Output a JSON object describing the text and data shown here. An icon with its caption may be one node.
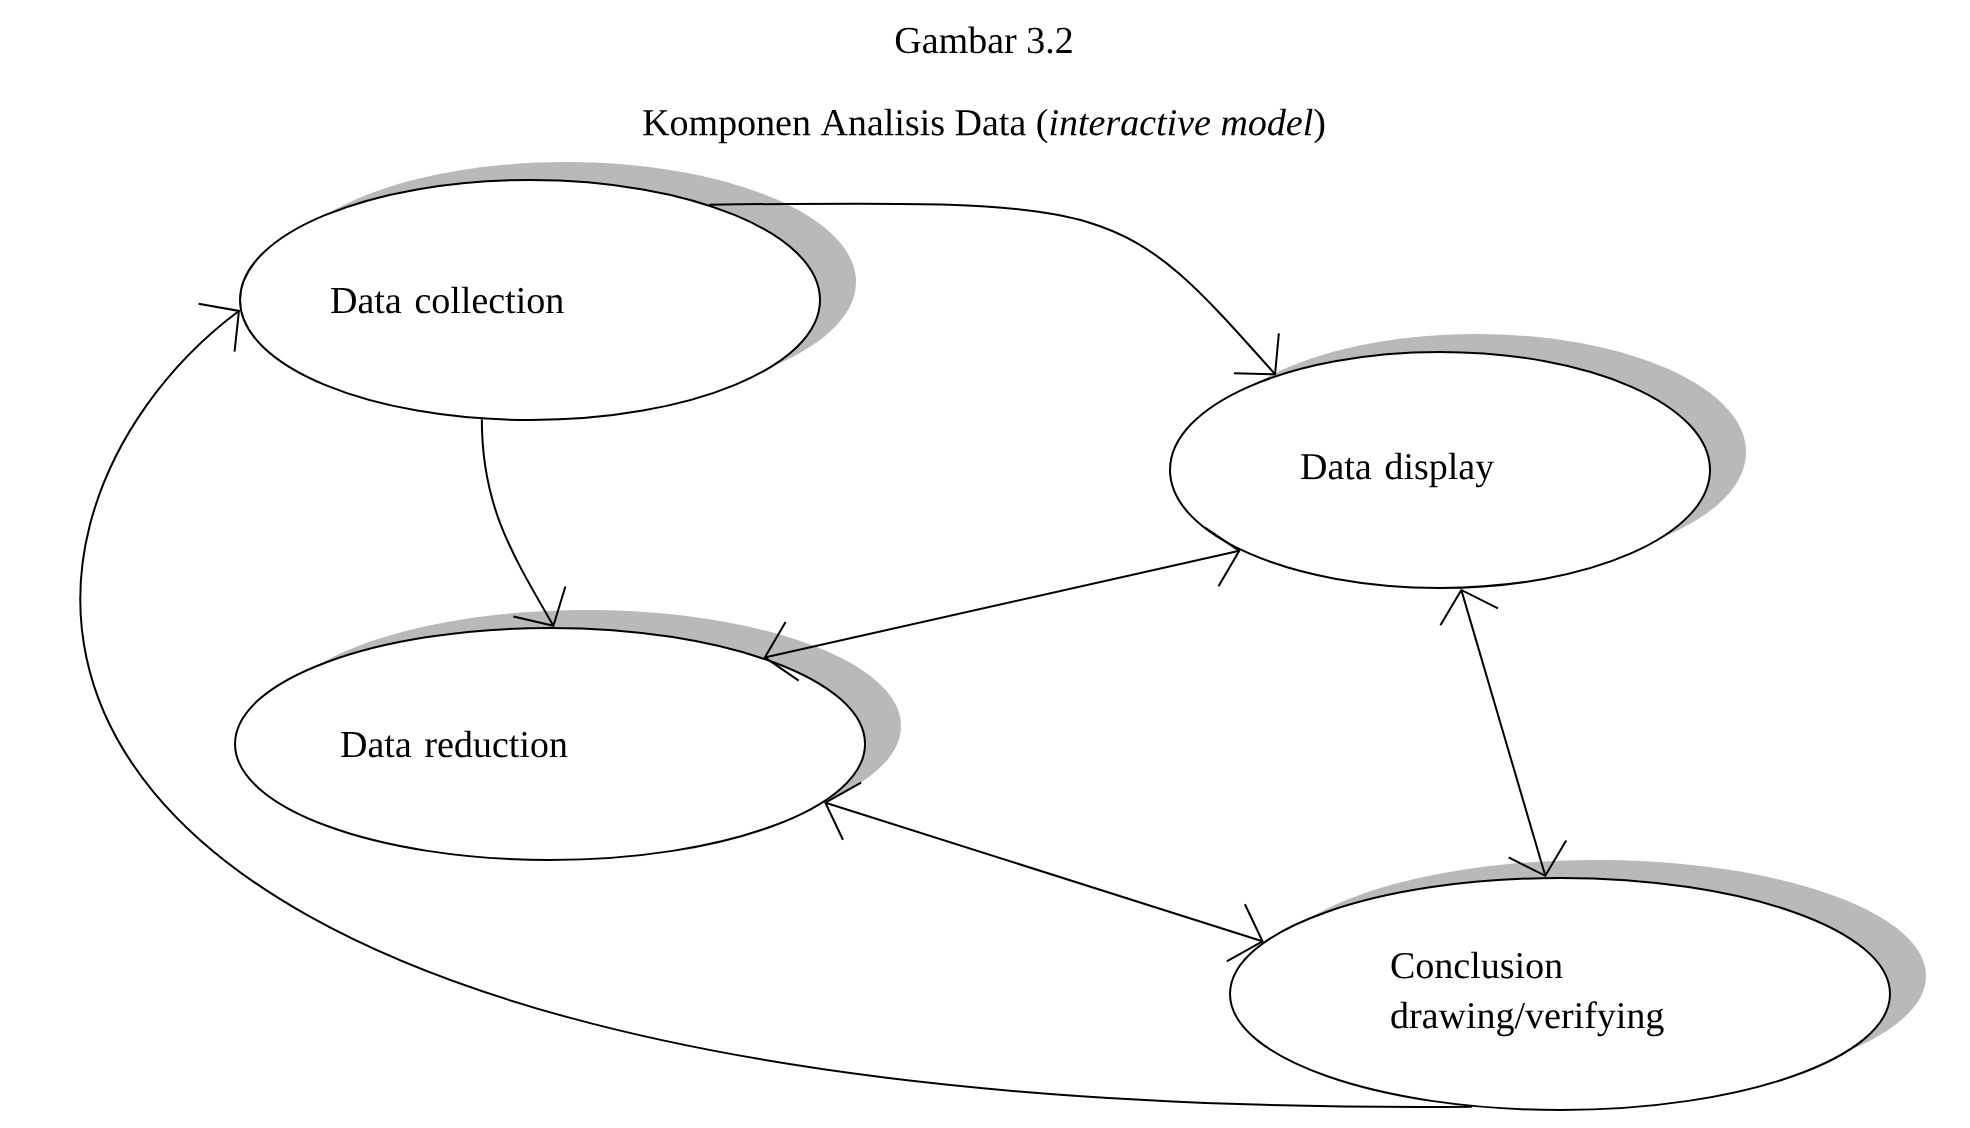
{
  "diagram": {
    "title": "Gambar 3.2",
    "caption": "Komponen Analisis Data (*interactive model*)",
    "nodes": [
      {
        "text": [
          "Data collection"
        ]
      },
      {
        "text": [
          "Data display"
        ]
      },
      {
        "text": [
          "Data reduction"
        ]
      },
      {
        "text": [
          "Conclusion drawing/verifying"
        ]
      }
    ],
    "edges": [
      {
        "from": 0,
        "to": 1,
        "arrow": "to"
      },
      {
        "from": 0,
        "to": 2,
        "arrow": "to"
      },
      {
        "from": 2,
        "to": 1,
        "arrow": "both"
      },
      {
        "from": 1,
        "to": 3,
        "arrow": "both"
      },
      {
        "from": 2,
        "to": 3,
        "arrow": "both"
      },
      {
        "from": 3,
        "to": 0,
        "arrow": "to"
      }
    ]
  }
}
